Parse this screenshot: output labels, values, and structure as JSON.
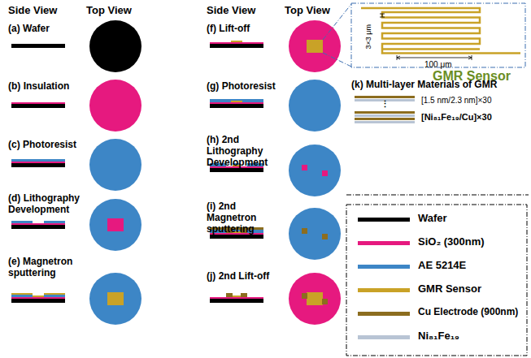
{
  "diagram": {
    "labels": [
      "Side View",
      "Top View",
      "Side View",
      "Top View",
      "(a) Wafer",
      "(b) Insulation",
      "(c) Photoresist",
      "(d) Lithography Development",
      "(e) Magnetron sputtering",
      "(f) Lift-off",
      "(g) Photoresist",
      "(h) 2nd Lithography Development",
      "(i) 2nd Magnetron sputtering",
      "(j) 2nd Lift-off",
      "3×3 μm",
      "100 μm",
      "GMR Sensor",
      "(k) Multi-layer Materials of GMR",
      "⋮",
      "[1.5 nm/2.3 nm]×30",
      "[Ni₈₁Fe₁₉/Cu]×30"
    ],
    "legend": [
      {
        "text": "Wafer",
        "color": "#000000"
      },
      {
        "text": "SiO₂ (300nm)",
        "color": "#e6197f"
      },
      {
        "text": "AE 5214E",
        "color": "#3d86c6"
      },
      {
        "text": "GMR Sensor",
        "color": "#c9a227"
      },
      {
        "text": "Cu Electrode (900nm)",
        "color": "#8c6d1f"
      },
      {
        "text": "Ni₈₁Fe₁₉",
        "color": "#b8c4d4"
      }
    ]
  }
}
